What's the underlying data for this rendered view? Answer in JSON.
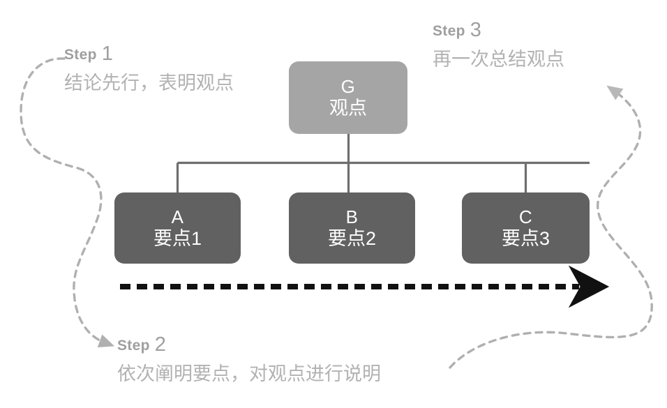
{
  "diagram": {
    "title": "Pyramid principle three-step structure diagram",
    "background_color": "#ffffff",
    "nodes": [
      {
        "id": "G",
        "code": "G",
        "label": "观点",
        "fill": "#a5a5a5",
        "text_color": "#ffffff"
      },
      {
        "id": "A",
        "code": "A",
        "label": "要点1",
        "fill": "#616161",
        "text_color": "#ffffff"
      },
      {
        "id": "B",
        "code": "B",
        "label": "要点2",
        "fill": "#616161",
        "text_color": "#ffffff"
      },
      {
        "id": "C",
        "code": "C",
        "label": "要点3",
        "fill": "#616161",
        "text_color": "#ffffff"
      }
    ],
    "steps": [
      {
        "id": "step1",
        "heading": "Step",
        "number": "1",
        "description": "结论先行，表明观点"
      },
      {
        "id": "step2",
        "heading": "Step",
        "number": "2",
        "description": "依次阐明要点，对观点进行说明"
      },
      {
        "id": "step3",
        "heading": "Step",
        "number": "3",
        "description": "再一次总结观点"
      }
    ],
    "connectors": {
      "tree_line_color": "#6e6e6e",
      "flow_arrow_color": "#111111",
      "flow_arrow_style": "dashed",
      "step_curve_color": "#b0b0b0",
      "step_curve_style": "dashed"
    }
  }
}
